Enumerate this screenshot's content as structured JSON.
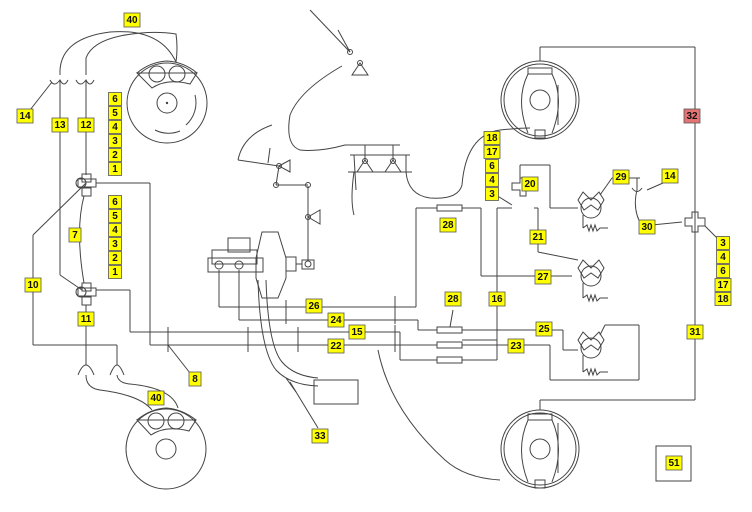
{
  "diagram": {
    "title": "Brake system hydraulic circuit schematic",
    "colors": {
      "label_fill": "#ffff00",
      "label_alert_fill": "#e57373",
      "line": "#444444",
      "background": "#ffffff"
    },
    "callouts": [
      {
        "id": "c40a",
        "text": "40"
      },
      {
        "id": "c14a",
        "text": "14"
      },
      {
        "id": "c13",
        "text": "13"
      },
      {
        "id": "c12",
        "text": "12"
      },
      {
        "id": "c7",
        "text": "7"
      },
      {
        "id": "c10",
        "text": "10"
      },
      {
        "id": "c11",
        "text": "11"
      },
      {
        "id": "c8",
        "text": "8"
      },
      {
        "id": "c40b",
        "text": "40"
      },
      {
        "id": "c26",
        "text": "26"
      },
      {
        "id": "c24",
        "text": "24"
      },
      {
        "id": "c15",
        "text": "15"
      },
      {
        "id": "c22",
        "text": "22"
      },
      {
        "id": "c33",
        "text": "33"
      },
      {
        "id": "c28a",
        "text": "28"
      },
      {
        "id": "c28b",
        "text": "28"
      },
      {
        "id": "c16",
        "text": "16"
      },
      {
        "id": "c21",
        "text": "21"
      },
      {
        "id": "c20",
        "text": "20"
      },
      {
        "id": "c27",
        "text": "27"
      },
      {
        "id": "c25",
        "text": "25"
      },
      {
        "id": "c23",
        "text": "23"
      },
      {
        "id": "c29",
        "text": "29"
      },
      {
        "id": "c14b",
        "text": "14"
      },
      {
        "id": "c30",
        "text": "30"
      },
      {
        "id": "c31",
        "text": "31"
      },
      {
        "id": "c32",
        "text": "32",
        "alert": true
      },
      {
        "id": "c51",
        "text": "51"
      }
    ],
    "stacks": [
      {
        "id": "stack-front-upper",
        "items": [
          "6",
          "5",
          "4",
          "3",
          "2",
          "1"
        ]
      },
      {
        "id": "stack-front-lower",
        "items": [
          "6",
          "5",
          "4",
          "3",
          "2",
          "1"
        ]
      },
      {
        "id": "stack-center",
        "items": [
          "18",
          "17",
          "6",
          "4",
          "3"
        ]
      },
      {
        "id": "stack-right",
        "items": [
          "3",
          "4",
          "6",
          "17",
          "18"
        ]
      }
    ]
  }
}
